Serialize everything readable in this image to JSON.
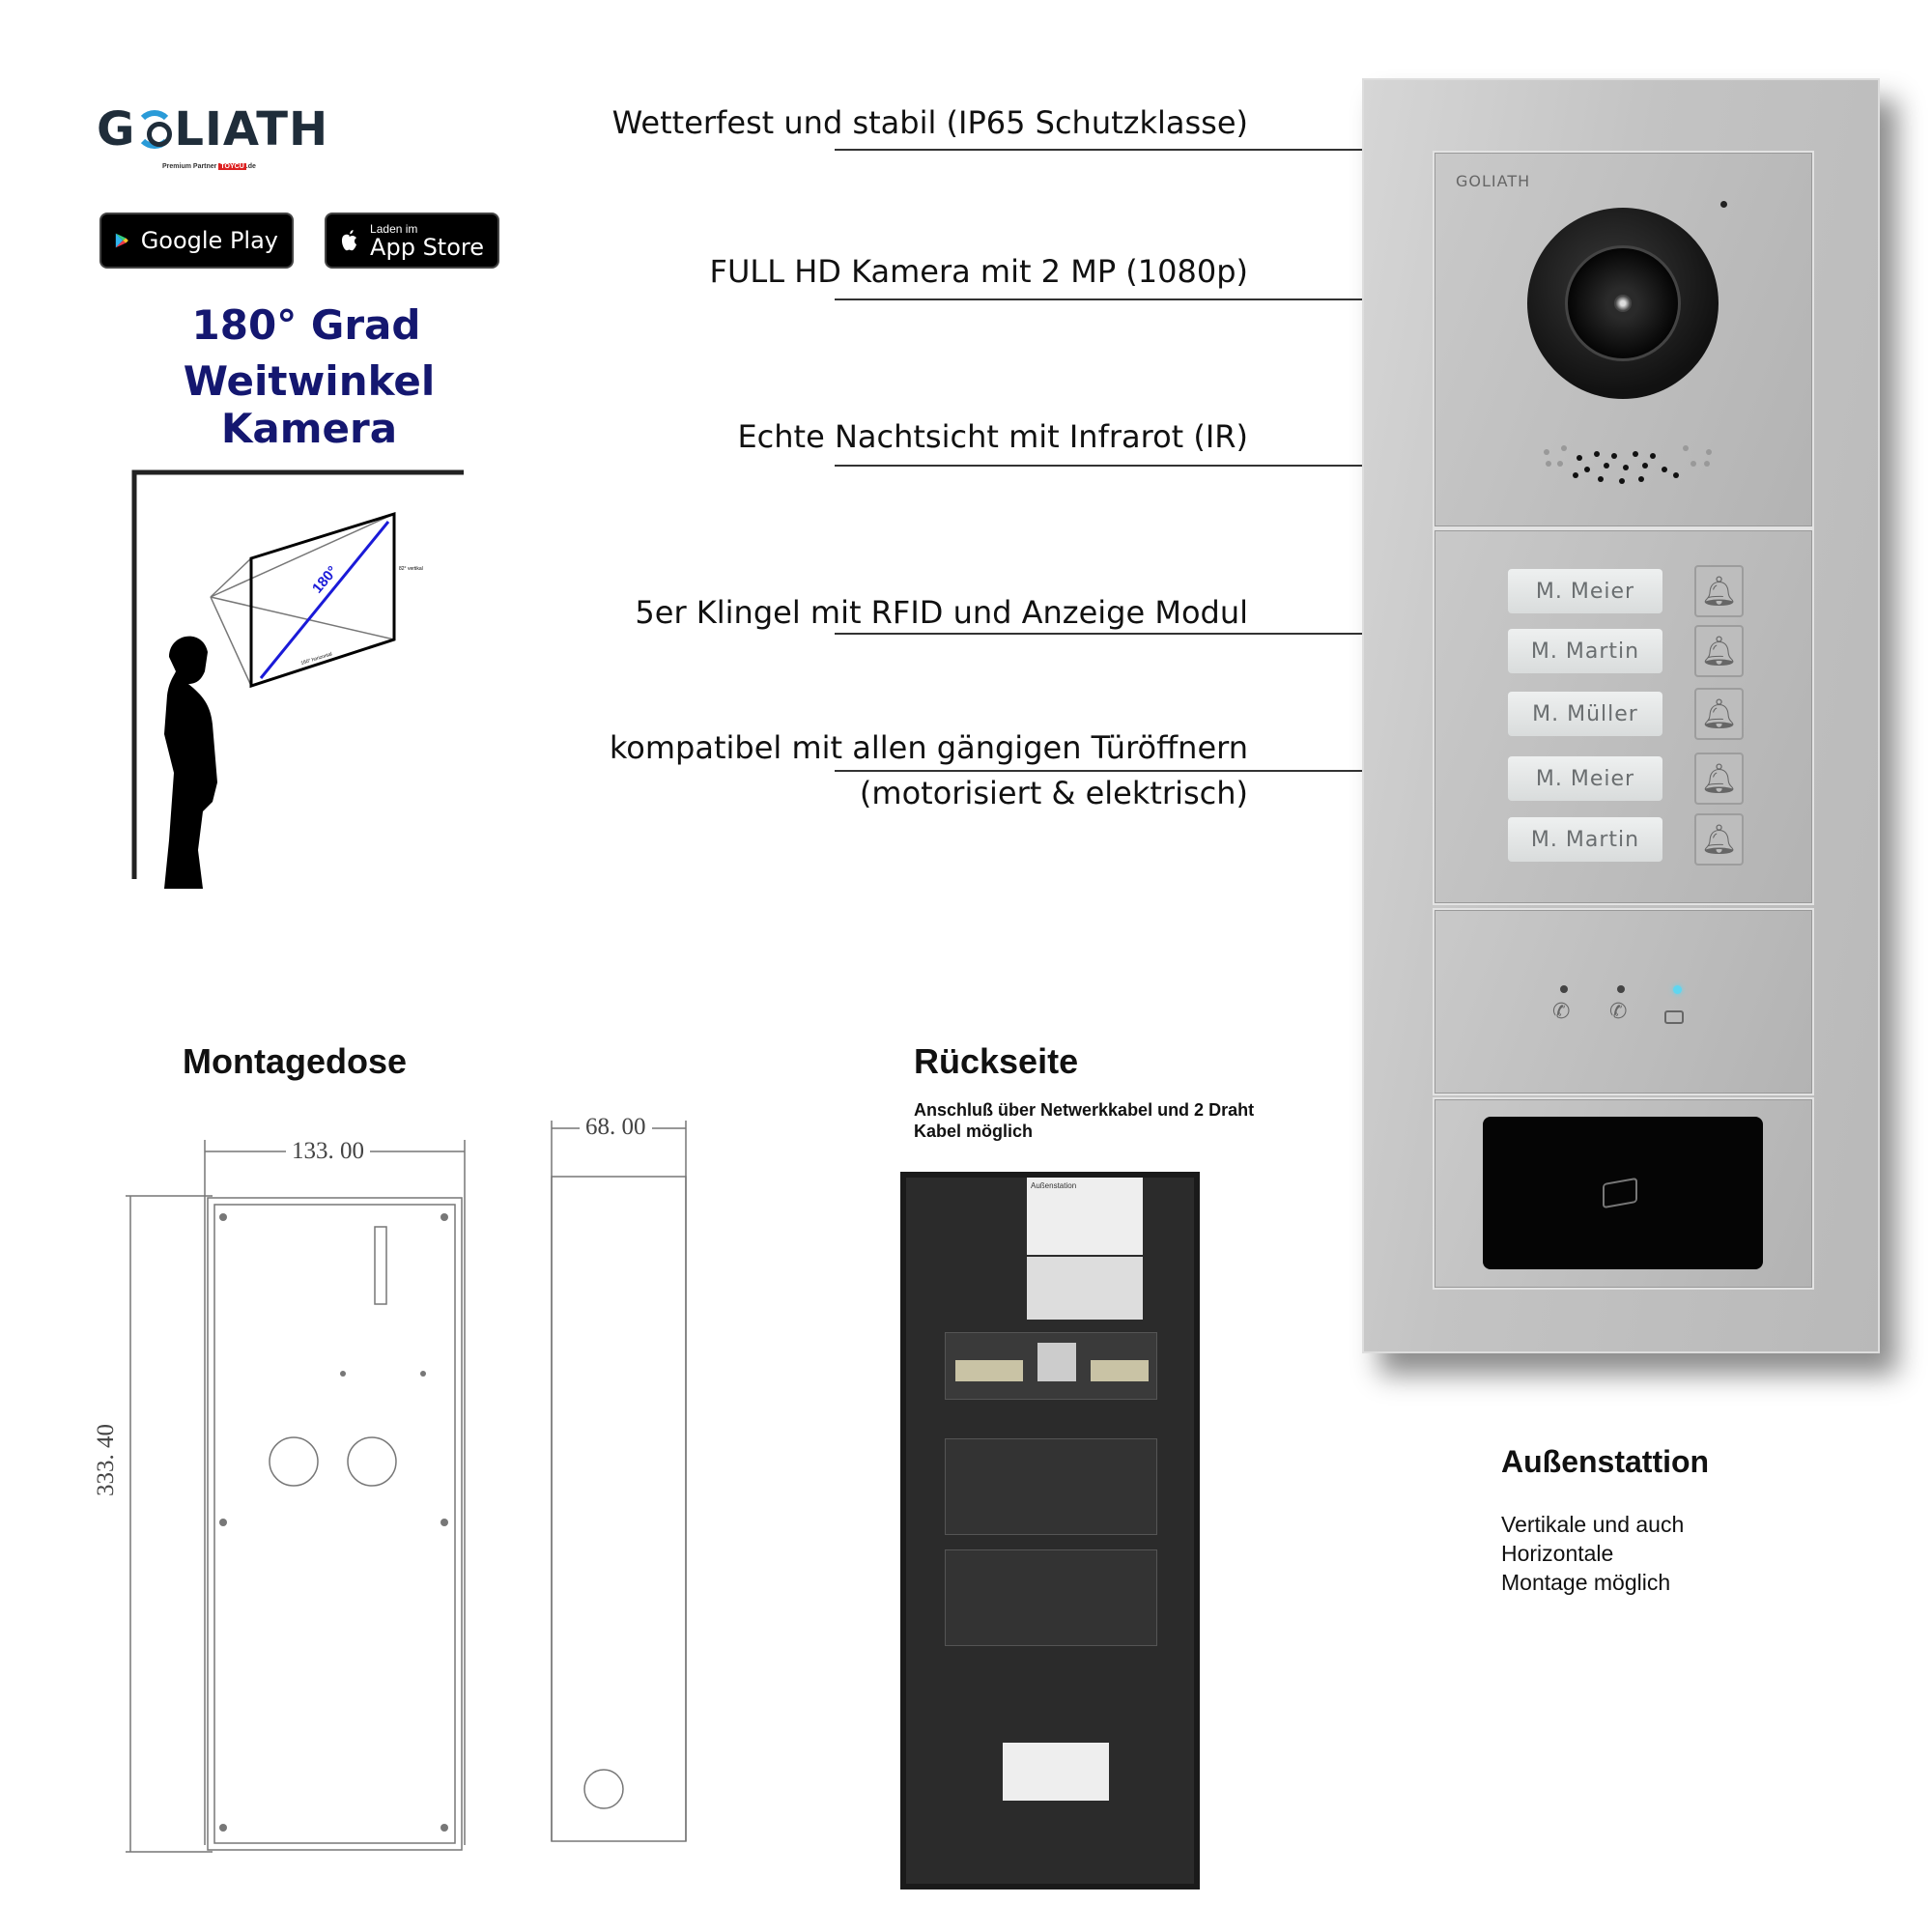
{
  "brand": {
    "logo_text": "GOLIATH",
    "partner_text": "Premium Partner",
    "partner_brand": "TOYCU",
    "partner_suffix": ".de"
  },
  "stores": [
    {
      "label": "Google Play",
      "icon": "google-play-icon"
    },
    {
      "small": "Laden im",
      "label": "App Store",
      "icon": "apple-icon"
    }
  ],
  "camera_heading": {
    "line1": "180° Grad",
    "line2": "Weitwinkel Kamera"
  },
  "diagram": {
    "angle_label": "180°",
    "vertical_label": "82° vertikal",
    "horizontal_label": "160° horizontal"
  },
  "features": [
    {
      "text": "Wetterfest und stabil (IP65 Schutzklasse)"
    },
    {
      "text": "FULL HD Kamera mit 2 MP (1080p)"
    },
    {
      "text": "Echte Nachtsicht mit Infrarot (IR)"
    },
    {
      "text": "5er Klingel mit RFID und Anzeige Modul"
    },
    {
      "text": "kompatibel mit allen gängigen Türöffnern",
      "text2": "(motorisiert & elektrisch)"
    }
  ],
  "device": {
    "brand": "GOLIATH",
    "names": [
      "M. Meier",
      "M. Martin",
      "M. Müller",
      "M. Meier",
      "M. Martin"
    ],
    "led_color": "#5fd6f0",
    "panel_color": "#c4c4c4"
  },
  "montagedose": {
    "title": "Montagedose",
    "width": "133. 00",
    "height": "333. 40",
    "depth": "68. 00"
  },
  "rueckseite": {
    "title": "Rückseite",
    "subtitle_line1": "Anschluß über Netwerkkabel und 2 Draht",
    "subtitle_line2": "Kabel möglich",
    "label_text": "Außenstation"
  },
  "aussenstation": {
    "title": "Außenstattion",
    "line1": "Vertikale und auch",
    "line2": "Horizontale",
    "line3": "Montage möglich"
  }
}
